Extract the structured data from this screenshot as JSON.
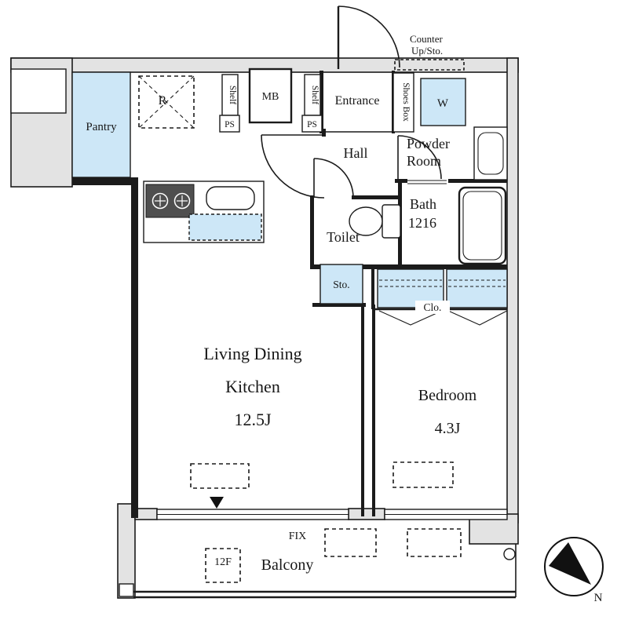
{
  "colors": {
    "light_blue": "#cde7f7",
    "wall_gray": "#e3e3e3",
    "line": "#1b1b1b",
    "stove_dark": "#4f4f4f"
  },
  "plan": {
    "counter_note_line1": "Counter",
    "counter_note_line2": "Up/Sto.",
    "pantry": "Pantry",
    "fridge": "R",
    "shelf_left": "Shelf",
    "ps_left": "PS",
    "meter_box": "MB",
    "shelf_right": "Shelf",
    "ps_right": "PS",
    "entrance": "Entrance",
    "shoes_box": "Shoes Box",
    "washer": "W",
    "powder_line1": "Powder",
    "powder_line2": "Room",
    "hall": "Hall",
    "toilet": "Toilet",
    "bath_name": "Bath",
    "bath_size": "1216",
    "storage": "Sto.",
    "closet": "Clo.",
    "ldk_line1": "Living Dining",
    "ldk_line2": "Kitchen",
    "ldk_size": "12.5J",
    "bedroom": "Bedroom",
    "bedroom_size": "4.3J",
    "fix": "FIX",
    "balcony": "Balcony",
    "hatch": "12F",
    "north": "N"
  }
}
